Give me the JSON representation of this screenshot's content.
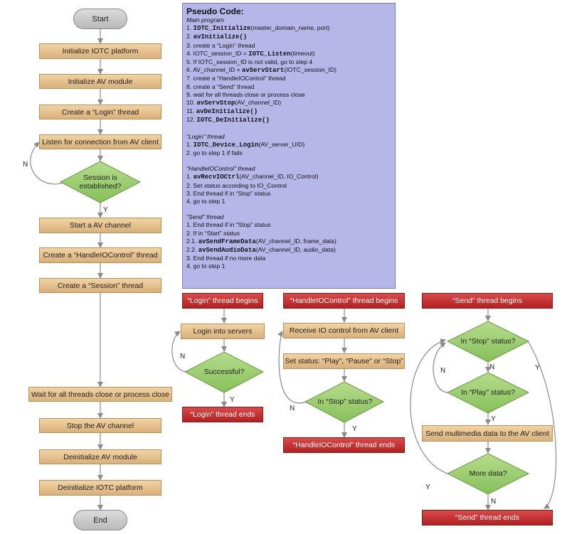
{
  "main_flow": {
    "start": "Start",
    "init_iotc": "Initialize IOTC platform",
    "init_av": "Initialize AV module",
    "create_login": "Create a “Login” thread",
    "listen": "Listen for connection from AV client",
    "decision_session": "Session is established?",
    "no_label": "N",
    "yes_label": "Y",
    "start_av_channel": "Start a AV channel",
    "create_handle_io": "Create a “HandleIOControl” thread",
    "create_session": "Create a “Session” thread",
    "wait_threads": "Wait for all threads close or process close",
    "stop_av_channel": "Stop the AV channel",
    "deinit_av": "Deinitialize AV module",
    "deinit_iotc": "Deinitialize IOTC platform",
    "end": "End"
  },
  "pseudo_code": {
    "title": "Pseudo Code:",
    "main": {
      "header": "Main program",
      "lines": [
        [
          "1. ",
          "IOTC_Initialize",
          "(master_domain_name, port)"
        ],
        [
          "2. ",
          "avInitialize()",
          ""
        ],
        [
          "3. create a “Login” thread",
          "",
          ""
        ],
        [
          "4. IOTC_session_ID = ",
          "IOTC_Listen",
          "(timeout)"
        ],
        [
          "5. If IOTC_session_ID is not valid, go to step 4",
          "",
          ""
        ],
        [
          "6. AV_channel_ID = ",
          "avServStart",
          "(IOTC_session_ID)"
        ],
        [
          "7. create a “HandleIOControl” thread",
          "",
          ""
        ],
        [
          "8. create a “Send” thread",
          "",
          ""
        ],
        [
          "9. wait for all threads close or process close",
          "",
          ""
        ],
        [
          "10. ",
          "avServStop",
          "(AV_channel_ID)"
        ],
        [
          "11. ",
          "avDeInitialize()",
          ""
        ],
        [
          "12. ",
          "IOTC_DeInitialize()",
          ""
        ]
      ]
    },
    "login": {
      "header": "“Login” thread",
      "lines": [
        [
          "1. ",
          "IOTC_Device_Login",
          "(AV_server_UID)"
        ],
        [
          "2. go to step 1 if fails",
          "",
          ""
        ]
      ]
    },
    "handle": {
      "header": "“HandleIOControl” thread",
      "lines": [
        [
          "1. ",
          "avRecvIOCtrl",
          "(AV_channel_ID, IO_Control)"
        ],
        [
          "2. Set status according to IO_Control",
          "",
          ""
        ],
        [
          "3. End thread if in “Stop” status",
          "",
          ""
        ],
        [
          "4. go to step 1",
          "",
          ""
        ]
      ]
    },
    "send": {
      "header": "“Send” thread",
      "lines": [
        [
          "1. End thread if in “Stop” status",
          "",
          ""
        ],
        [
          "2. If in “Start” status",
          "",
          ""
        ],
        [
          "2.1.        ",
          "avSendFrameData",
          "(AV_channel_ID, frame_data)"
        ],
        [
          "2.2.        ",
          "avSendAudioData",
          "(AV_channel_ID, audio_data)"
        ],
        [
          "3. End thread if no more data",
          "",
          ""
        ],
        [
          "4. go to step 1",
          "",
          ""
        ]
      ]
    }
  },
  "login_flow": {
    "begin": "“Login” thread begins",
    "login_servers": "Login into servers",
    "decision": "Successful?",
    "no_label": "N",
    "yes_label": "Y",
    "end": "“Login” thread ends"
  },
  "handle_flow": {
    "begin": "“HandleIOControl” thread begins",
    "receive": "Receive IO control from AV client",
    "set_status": "Set status: “Play”, “Pause” or “Stop”",
    "decision": "In “Stop” status?",
    "no_label": "N",
    "yes_label": "Y",
    "end": "“HandleIOControl” thread ends"
  },
  "send_flow": {
    "begin": "“Send” thread begins",
    "decision_stop": "In “Stop” status?",
    "decision_play": "In “Play” status?",
    "send_data": "Send multimedia data to the AV client",
    "decision_more": "More data?",
    "end": "“Send” thread ends",
    "labels": {
      "n1": "N",
      "y1": "Y",
      "n2": "N",
      "y2": "Y",
      "n3": "N",
      "y3": "Y"
    }
  },
  "colors": {
    "process_fill": "#e3c08e",
    "decision_fill": "#9fcf6e",
    "terminal_red": "#c52d2d",
    "terminal_gray": "#c8c8c8",
    "pseudo_bg": "#b6b6e8",
    "arrow": "#8a8a8a"
  }
}
